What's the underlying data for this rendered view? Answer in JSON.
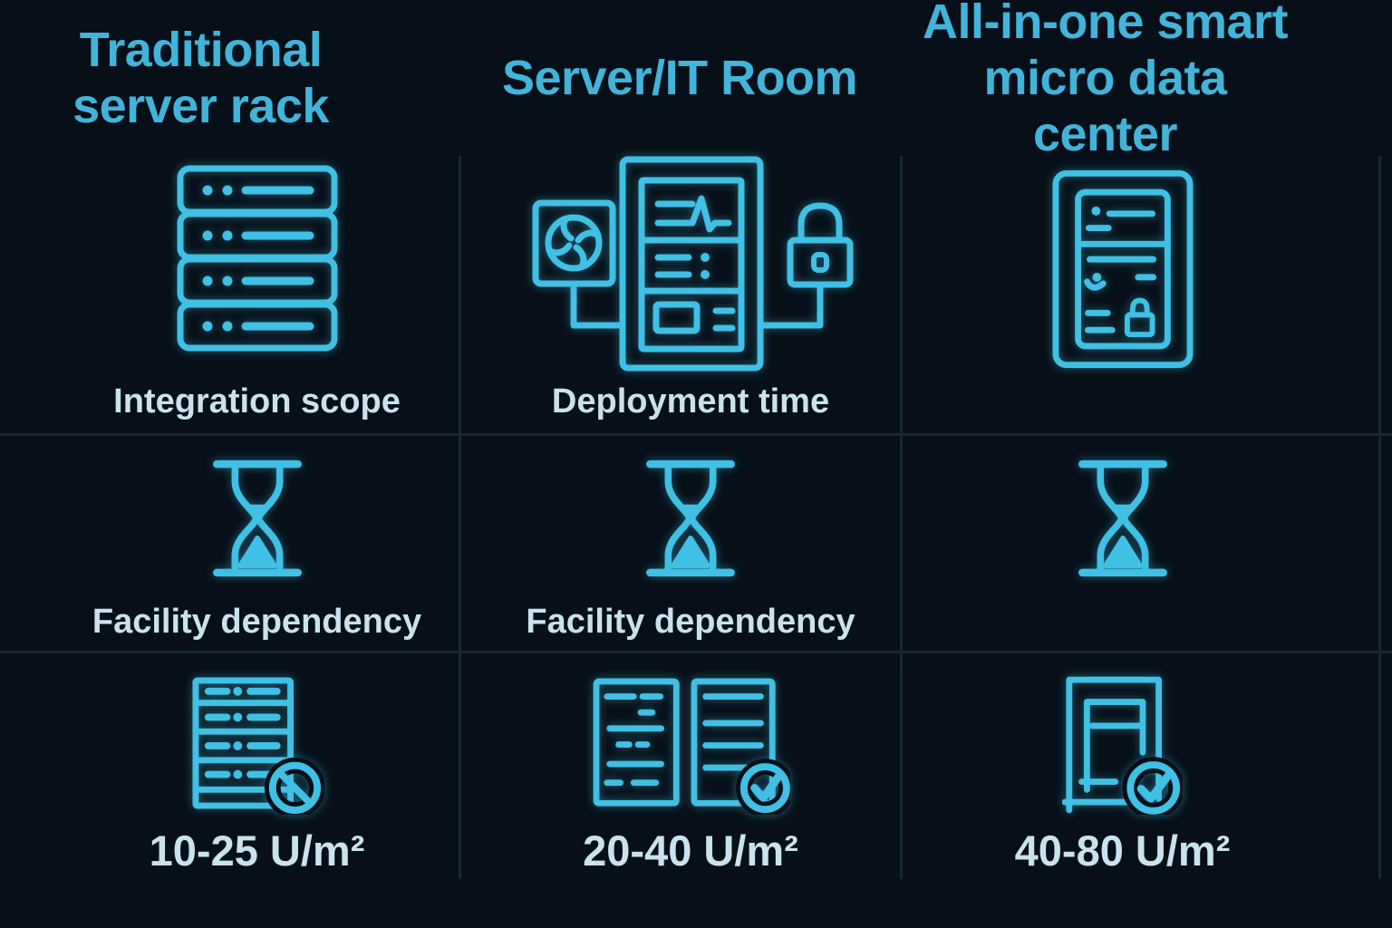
{
  "colors": {
    "background": "#071019",
    "icon_accent": "#3fc0e4",
    "header_text": "#42b4da",
    "label_text": "#c9e3ec",
    "divider": "#182833"
  },
  "columns": [
    {
      "header": "Traditional server rack",
      "rows": [
        {
          "icon": "server-rack-icon",
          "label": "Integration scope"
        },
        {
          "icon": "hourglass-icon",
          "label": "Facility dependency"
        },
        {
          "icon": "server-restricted-icon",
          "label": "10-25 U/m²"
        }
      ]
    },
    {
      "header": "Server/IT Room",
      "rows": [
        {
          "icon": "it-room-icon",
          "label": "Deployment time"
        },
        {
          "icon": "hourglass-icon",
          "label": "Facility dependency"
        },
        {
          "icon": "documents-check-icon",
          "label": "20-40 U/m²"
        }
      ]
    },
    {
      "header": "All-in-one smart micro data center",
      "rows": [
        {
          "icon": "micro-data-center-icon",
          "label": ""
        },
        {
          "icon": "hourglass-icon",
          "label": ""
        },
        {
          "icon": "cabinet-check-icon",
          "label": "40-80 U/m²"
        }
      ]
    }
  ]
}
